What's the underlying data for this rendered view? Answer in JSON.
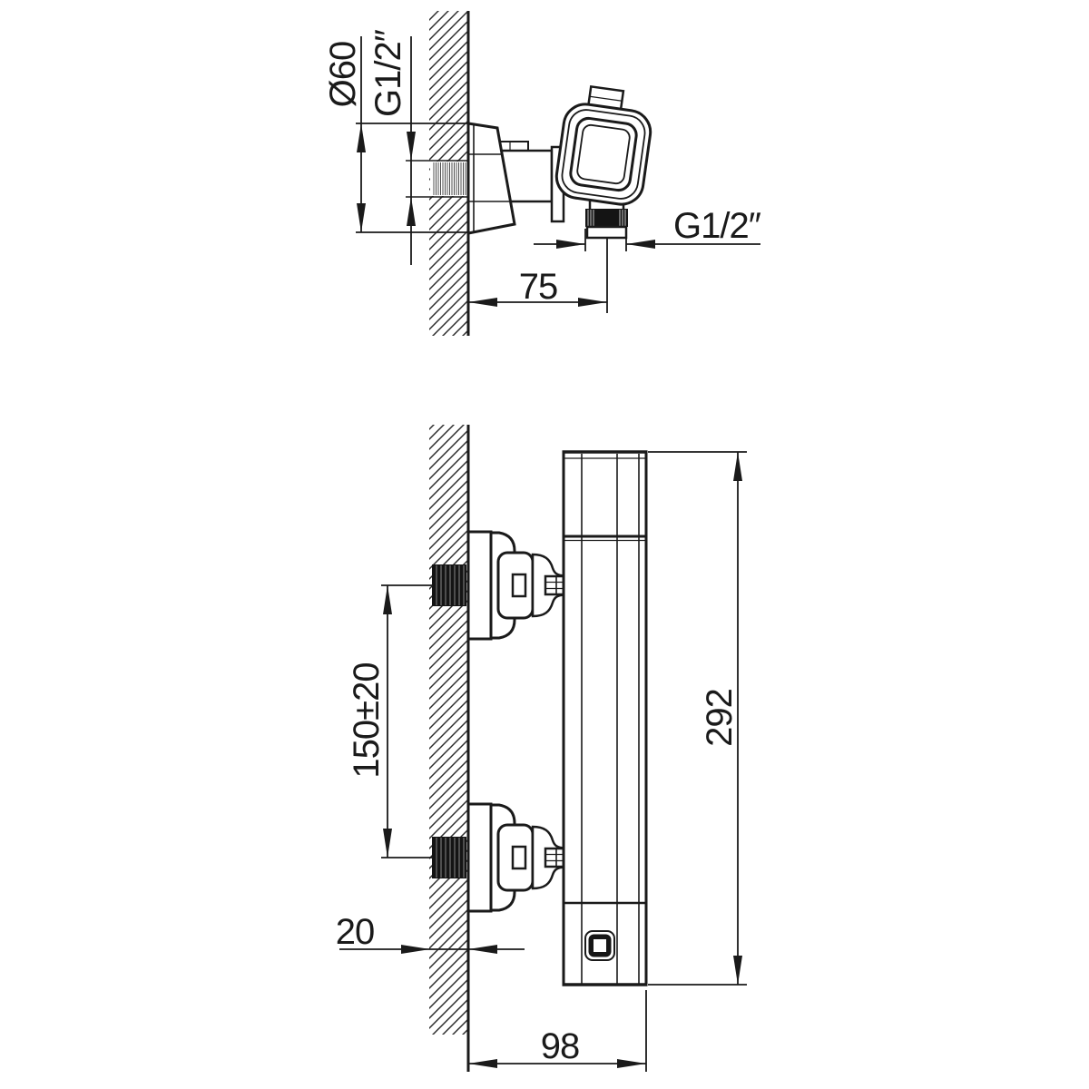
{
  "dimensions": {
    "side_view": {
      "escutcheon_diameter": "Ø60",
      "wall_thread": "G1/2″",
      "outlet_thread": "G1/2″",
      "outlet_offset": "75"
    },
    "front_view": {
      "inlet_spacing": "150±20",
      "body_height": "292",
      "wall_thickness": "20",
      "body_depth": "98"
    }
  },
  "colors": {
    "line": "#1a1a1a",
    "background": "#ffffff"
  }
}
